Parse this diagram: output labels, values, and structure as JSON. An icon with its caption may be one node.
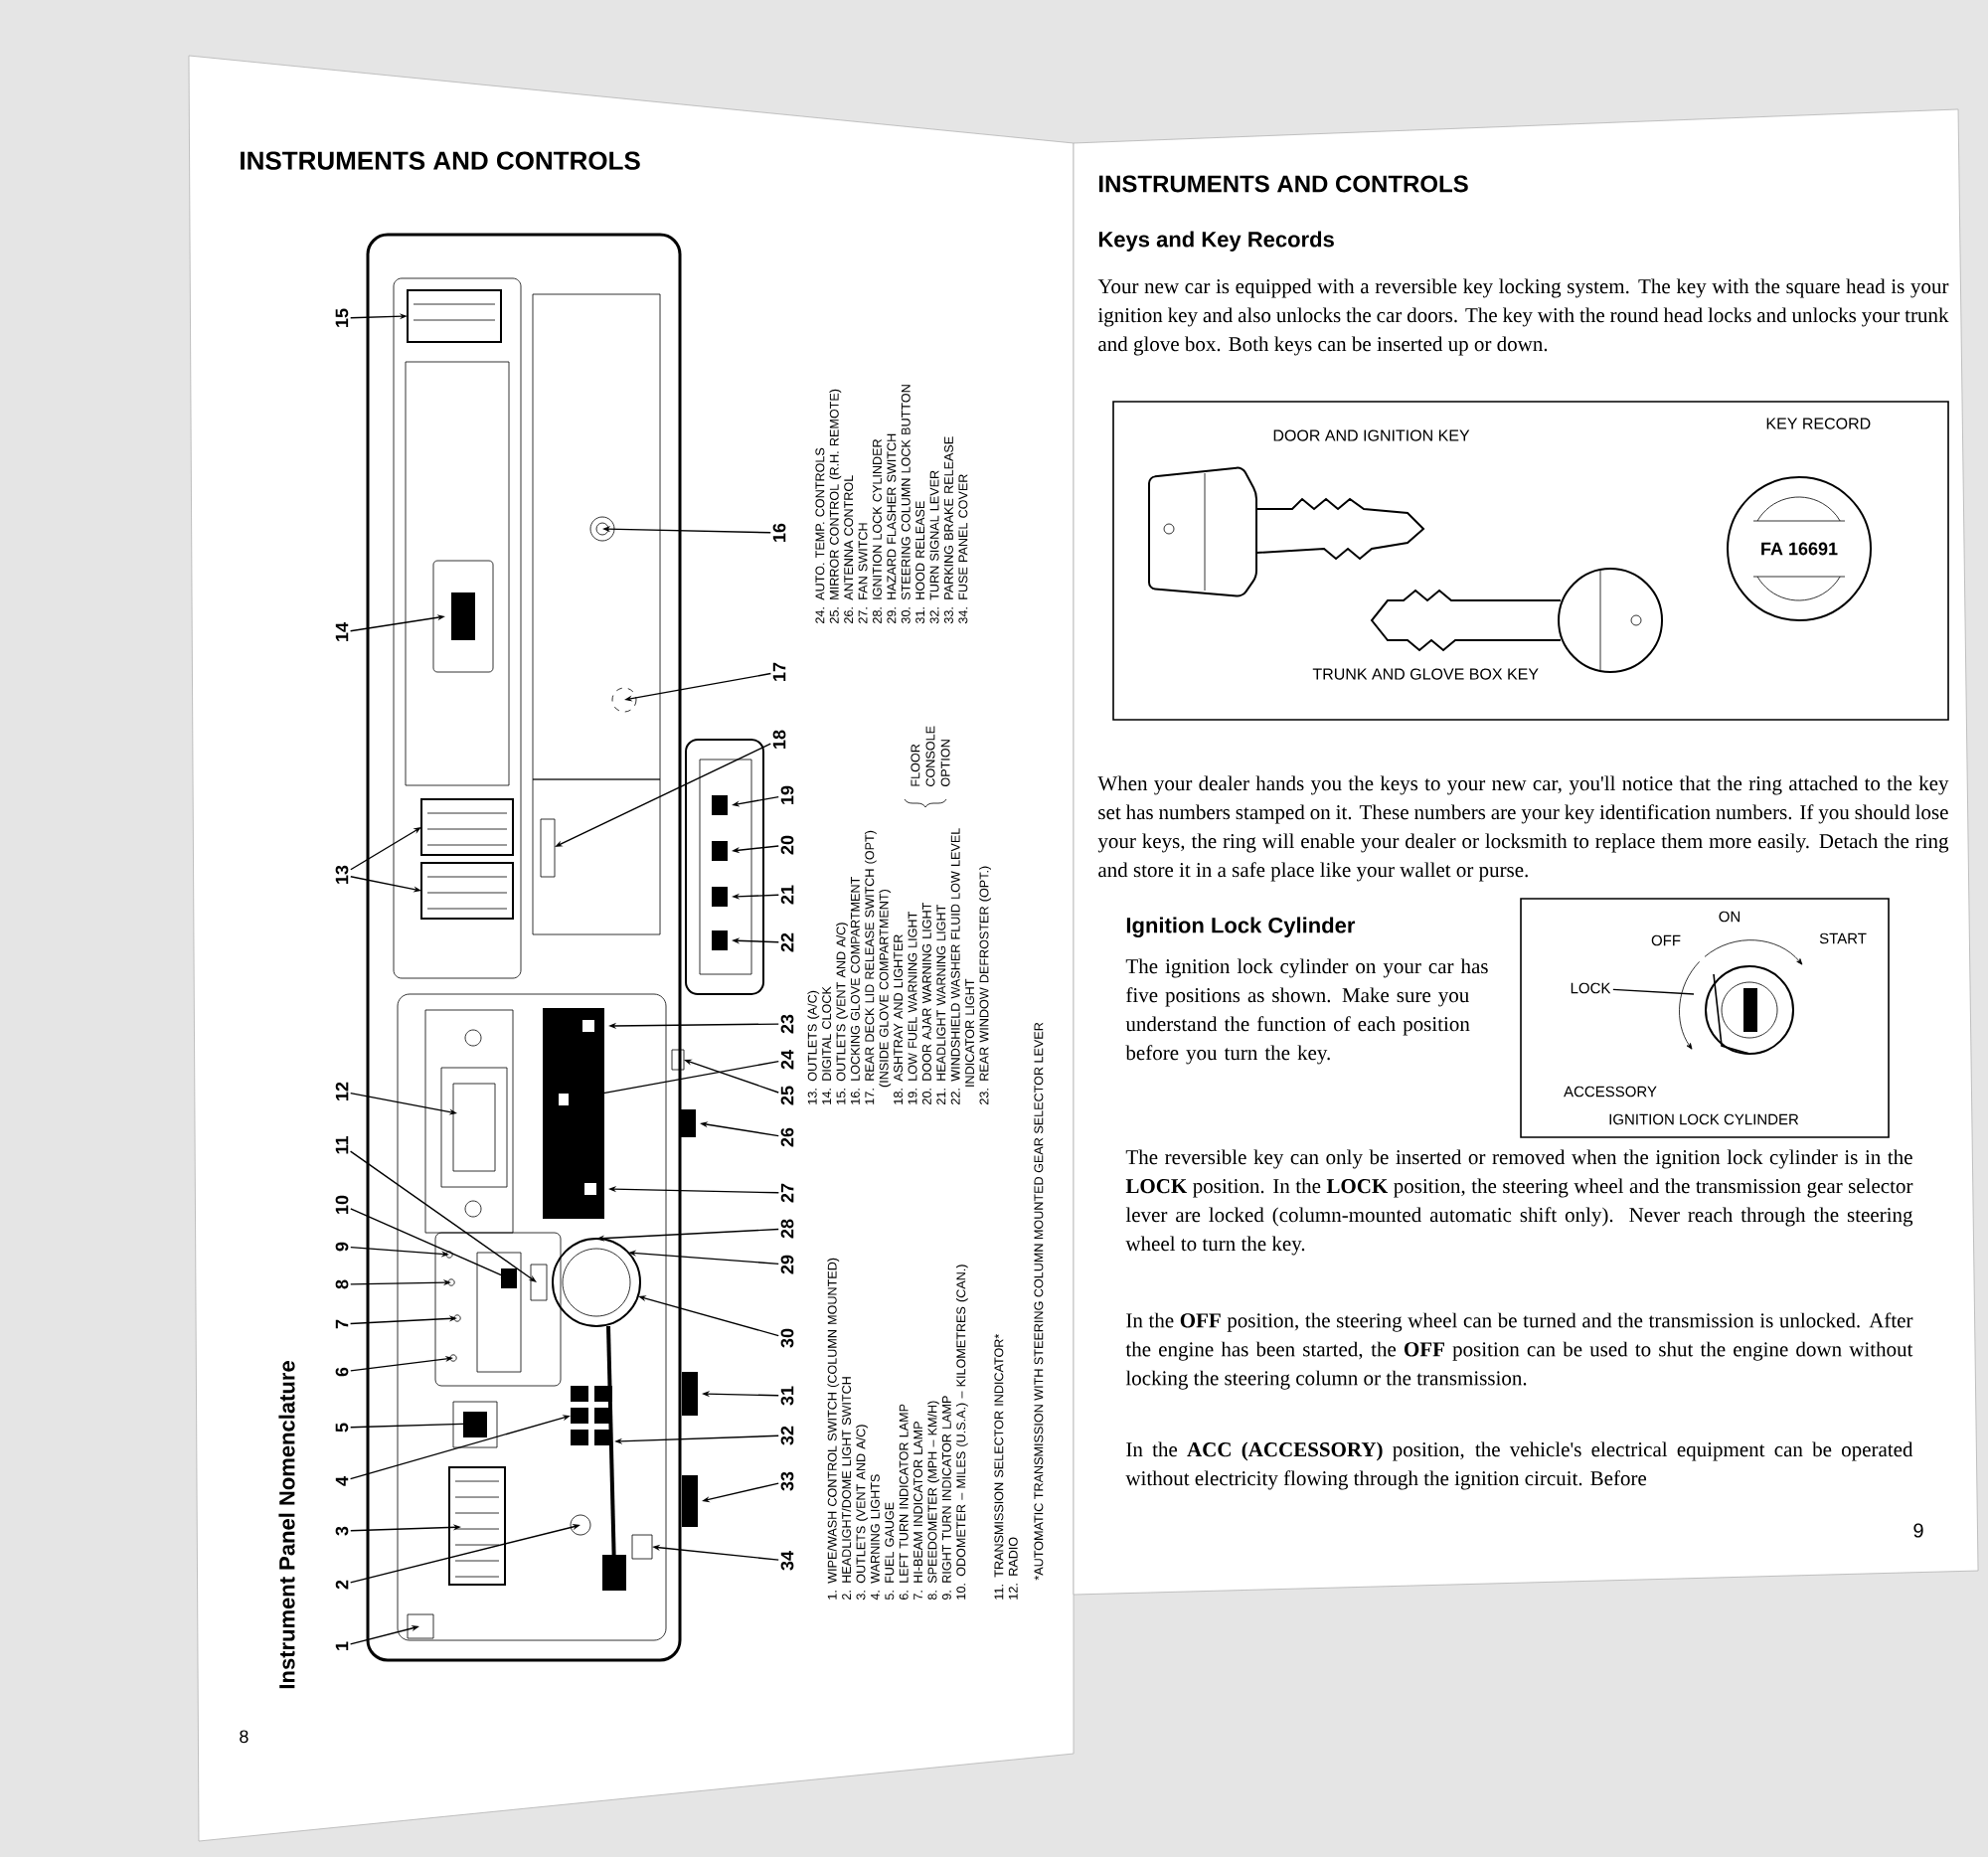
{
  "diagram": {
    "nodes": [
      {
        "text": [
          "1"
        ]
      },
      {
        "text": [
          "2"
        ]
      },
      {
        "text": [
          "3"
        ]
      },
      {
        "text": [
          "4"
        ]
      },
      {
        "text": [
          "5"
        ]
      },
      {
        "text": [
          "6"
        ]
      },
      {
        "text": [
          "7"
        ]
      },
      {
        "text": [
          "8"
        ]
      },
      {
        "text": [
          "9"
        ]
      },
      {
        "text": [
          "10"
        ]
      },
      {
        "text": [
          "11"
        ]
      },
      {
        "text": [
          "12"
        ]
      },
      {
        "text": [
          "13"
        ]
      },
      {
        "text": [
          "14"
        ]
      },
      {
        "text": [
          "15"
        ]
      },
      {
        "text": [
          "16"
        ]
      },
      {
        "text": [
          "17"
        ]
      },
      {
        "text": [
          "18"
        ]
      },
      {
        "text": [
          "19"
        ]
      },
      {
        "text": [
          "20"
        ]
      },
      {
        "text": [
          "21"
        ]
      },
      {
        "text": [
          "22"
        ]
      },
      {
        "text": [
          "23"
        ]
      },
      {
        "text": [
          "24"
        ]
      },
      {
        "text": [
          "25"
        ]
      },
      {
        "text": [
          "26"
        ]
      },
      {
        "text": [
          "27"
        ]
      },
      {
        "text": [
          "28"
        ]
      },
      {
        "text": [
          "29"
        ]
      },
      {
        "text": [
          "30"
        ]
      },
      {
        "text": [
          "31"
        ]
      },
      {
        "text": [
          "32"
        ]
      },
      {
        "text": [
          "33"
        ]
      },
      {
        "text": [
          "34"
        ]
      },
      {
        "text": [
          "LOCK"
        ]
      }
    ],
    "edges": [
      {
        "from": 0,
        "to": null,
        "arrow": "to"
      },
      {
        "from": 1,
        "to": null,
        "arrow": "to"
      },
      {
        "from": 2,
        "to": null,
        "arrow": "to"
      },
      {
        "from": 3,
        "to": null,
        "arrow": "to"
      },
      {
        "from": 4,
        "to": null,
        "arrow": "to"
      },
      {
        "from": 5,
        "to": null,
        "arrow": "to"
      },
      {
        "from": 6,
        "to": null,
        "arrow": "to"
      },
      {
        "from": 7,
        "to": null,
        "arrow": "to"
      },
      {
        "from": 8,
        "to": null,
        "arrow": "to"
      },
      {
        "from": 9,
        "to": null,
        "arrow": "to"
      },
      {
        "from": 10,
        "to": null,
        "arrow": "to"
      },
      {
        "from": 11,
        "to": null,
        "arrow": "to"
      },
      {
        "from": 12,
        "to": null,
        "arrow": "to"
      },
      {
        "from": 12,
        "to": null,
        "arrow": "to"
      },
      {
        "from": 13,
        "to": null,
        "arrow": "to"
      },
      {
        "from": 14,
        "to": null,
        "arrow": "to"
      },
      {
        "from": 15,
        "to": null,
        "arrow": "to"
      },
      {
        "from": 16,
        "to": null,
        "arrow": "to"
      },
      {
        "from": 17,
        "to": null,
        "arrow": "to"
      },
      {
        "from": 18,
        "to": null,
        "arrow": "to"
      },
      {
        "from": 19,
        "to": null,
        "arrow": "to"
      },
      {
        "from": 20,
        "to": null,
        "arrow": "to"
      },
      {
        "from": 21,
        "to": null,
        "arrow": "to"
      },
      {
        "from": 22,
        "to": null,
        "arrow": "to"
      },
      {
        "from": 23,
        "to": null,
        "arrow": "to"
      },
      {
        "from": 24,
        "to": null,
        "arrow": "to"
      },
      {
        "from": 25,
        "to": null,
        "arrow": "to"
      },
      {
        "from": 26,
        "to": null,
        "arrow": "to"
      },
      {
        "from": 27,
        "to": null,
        "arrow": "to"
      },
      {
        "from": 28,
        "to": null,
        "arrow": "to"
      },
      {
        "from": 29,
        "to": null,
        "arrow": "to"
      },
      {
        "from": 30,
        "to": null,
        "arrow": "to"
      },
      {
        "from": 31,
        "to": null,
        "arrow": "to"
      },
      {
        "from": 32,
        "to": null,
        "arrow": "to"
      },
      {
        "from": 33,
        "to": null,
        "arrow": "to"
      },
      {
        "from": 34,
        "to": null,
        "arrow": "none"
      }
    ],
    "labels": [
      "INSTRUMENTS AND CONTROLS",
      "Instrument Panel Nomenclature",
      "1. WIPE/WASH CONTROL SWITCH (COLUMN MOUNTED)",
      "2. HEADLIGHT/DOME LIGHT SWITCH",
      "3. OUTLETS (VENT AND A/C)",
      "4. WARNING LIGHTS",
      "5. FUEL GAUGE",
      "6. LEFT TURN INDICATOR LAMP",
      "7. HI-BEAM INDICATOR LAMP",
      "8. SPEEDOMETER (MPH – KM/H)",
      "9. RIGHT TURN INDICATOR LAMP",
      "10. ODOMETER – MILES (U.S.A.) – KILOMETRES (CAN.)",
      "11. TRANSMISSION SELECTOR INDICATOR*",
      "12. RADIO",
      "13. OUTLETS (A/C)",
      "14. DIGITAL CLOCK",
      "15. OUTLETS (VENT AND A/C)",
      "16. LOCKING GLOVE COMPARTMENT",
      "17. REAR DECK LID RELEASE SWITCH (OPT) (INSIDE GLOVE COMPARTMENT)",
      "18. ASHTRAY AND LIGHTER",
      "19. LOW FUEL WARNING LIGHT",
      "20. DOOR AJAR WARNING LIGHT",
      "21. HEADLIGHT WARNING LIGHT",
      "22. WINDSHIELD WASHER FLUID LOW LEVEL INDICATOR LIGHT",
      "23. REAR WINDOW DEFROSTER (OPT.)",
      "FLOOR CONSOLE OPTION",
      "24. AUTO. TEMP. CONTROLS",
      "25. MIRROR CONTROL (R.H. REMOTE)",
      "26. ANTENNA CONTROL",
      "27. FAN SWITCH",
      "28. IGNITION LOCK CYLINDER",
      "29. HAZARD FLASHER SWITCH",
      "30. STEERING COLUMN LOCK BUTTON",
      "31. HOOD RELEASE",
      "32. TURN SIGNAL LEVER",
      "33. PARKING BRAKE RELEASE",
      "34. FUSE PANEL COVER",
      "*AUTOMATIC TRANSMISSION WITH STEERING COLUMN MOUNTED GEAR SELECTOR LEVER",
      "8",
      "INSTRUMENTS AND CONTROLS",
      "Keys and Key Records",
      "Your new car is equipped with a reversible key locking system. The key with the square head is your ignition key and also unlocks the car doors. The key with the round head locks and unlocks your trunk and glove box. Both keys can be inserted up or down.",
      "DOOR AND IGNITION KEY",
      "KEY RECORD",
      "FA 16691",
      "TRUNK AND GLOVE BOX KEY",
      "When your dealer hands you the keys to your new car, you'll notice that the ring attached to the key set has numbers stamped on it. These numbers are your key identification numbers. If you should lose your keys, the ring will enable your dealer or locksmith to replace them more easily. Detach the ring and store it in a safe place like your wallet or purse.",
      "Ignition Lock Cylinder",
      "The ignition lock cylinder on your car has five positions as shown. Make sure you understand the function of each position before you turn the key.",
      "OFF",
      "ON",
      "START",
      "ACCESSORY",
      "IGNITION LOCK CYLINDER",
      "The reversible key can only be inserted or removed when the ignition lock cylinder is in the **LOCK** position. In the **LOCK** position, the steering wheel and the transmission gear selector lever are locked (column-mounted automatic shift only). Never reach through the steering wheel to turn the key.",
      "In the **OFF** position, the steering wheel can be turned and the transmission is unlocked. After the engine has been started, the **OFF** position can be used to shut the engine down without locking the steering column or the transmission.",
      "In the **ACC (ACCESSORY)** position, the vehicle's electrical equipment can be operated without electricity flowing through the ignition circuit. Before",
      "9"
    ]
  }
}
